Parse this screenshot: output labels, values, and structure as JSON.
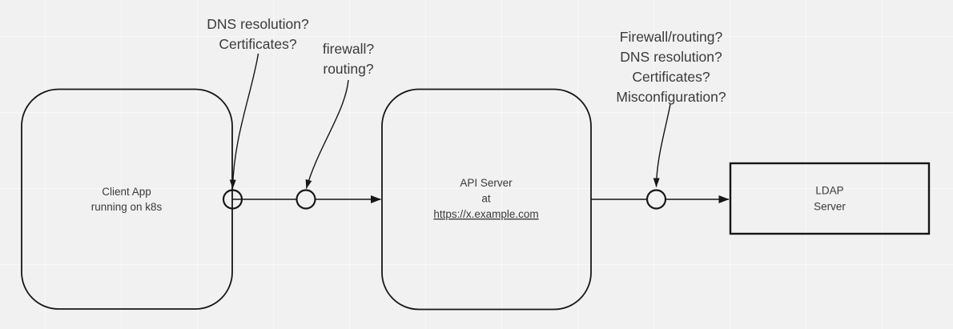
{
  "diagram": {
    "nodes": {
      "client_app": {
        "lines": [
          "Client App",
          "running on k8s"
        ]
      },
      "api_server": {
        "lines": [
          "API Server",
          "at"
        ],
        "link": "https://x.example.com"
      },
      "ldap_server": {
        "lines": [
          "LDAP",
          "Server"
        ]
      }
    },
    "annotations": {
      "client_edge_questions": {
        "lines": [
          "DNS resolution?",
          "Certificates?"
        ]
      },
      "network_questions": {
        "lines": [
          "firewall?",
          "routing?"
        ]
      },
      "api_to_ldap_questions": {
        "lines": [
          "Firewall/routing?",
          "DNS resolution?",
          "Certificates?",
          "Misconfiguration?"
        ]
      }
    },
    "colors": {
      "background": "#f1f1f1",
      "grid_line": "#fafafa",
      "shape_stroke": "#161616",
      "text": "#3a3a3a",
      "link": "#4d85f0"
    }
  }
}
